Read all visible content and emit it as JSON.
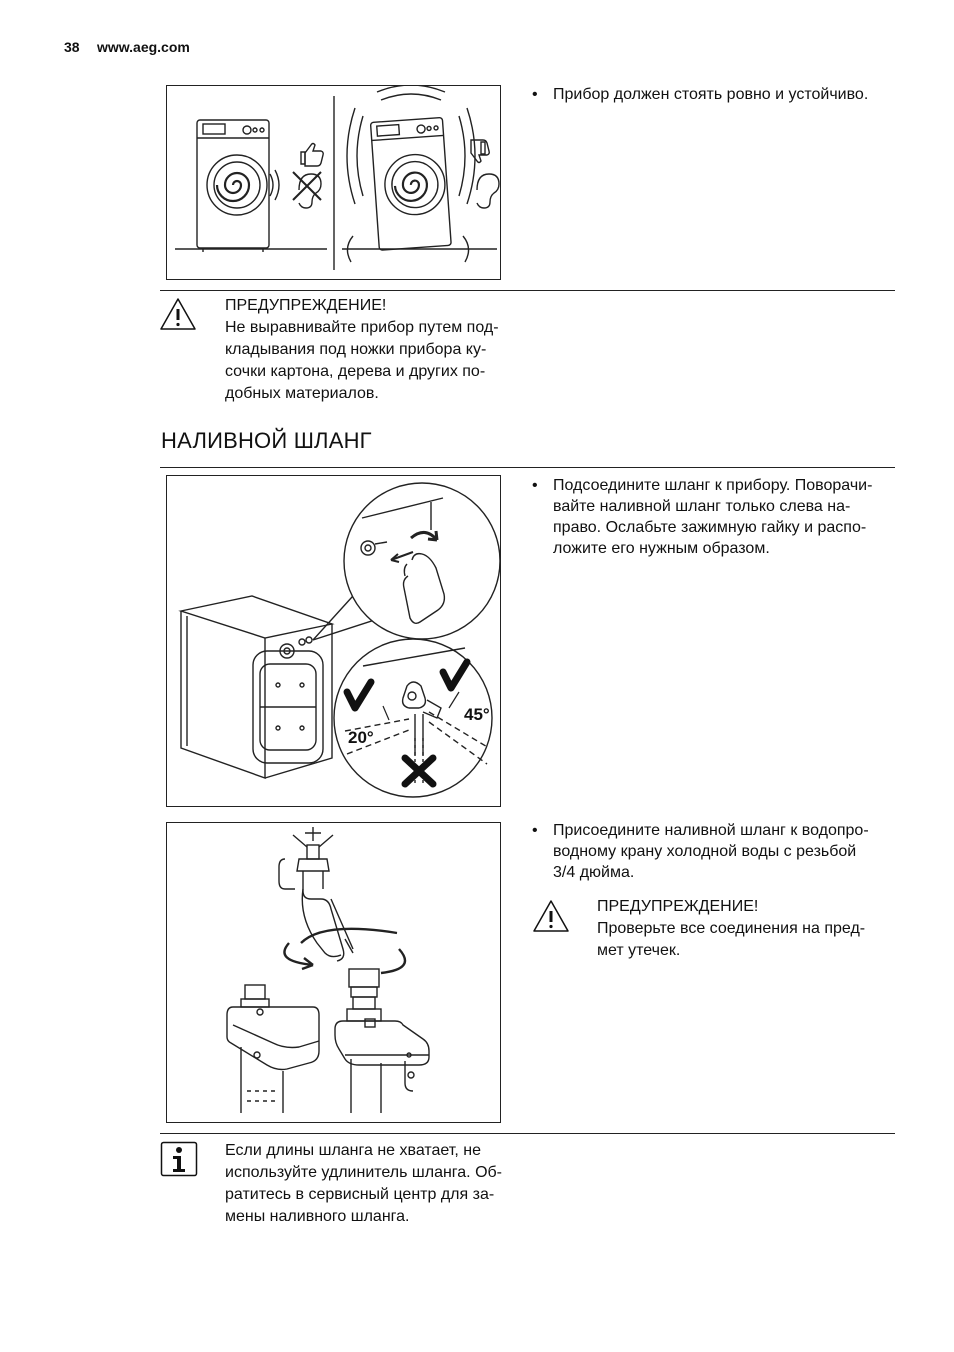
{
  "header": {
    "page_number": "38",
    "site": "www.aeg.com"
  },
  "section1": {
    "bullet_text": "Прибор должен стоять ровно и устойчиво.",
    "warning": {
      "title": "ПРЕДУПРЕЖДЕНИЕ!",
      "lines": [
        "Не выравнивайте прибор путем под-",
        "кладывания под ножки прибора ку-",
        "сочки картона, дерева и других по-",
        "добных материалов."
      ]
    }
  },
  "section2": {
    "title": "НАЛИВНОЙ ШЛАНГ",
    "bullet1_lines": [
      "Подсоедините шланг к прибору. Поворачи-",
      "вайте наливной шланг только слева на-",
      "право. Ослабьте зажимную гайку и распо-",
      "ложите его нужным образом."
    ],
    "angle_left": "20°",
    "angle_right": "45°",
    "bullet2_lines": [
      "Присоедините наливной шланг к водопро-",
      "водному крану холодной воды с резьбой",
      "3/4 дюйма."
    ],
    "warning": {
      "title": "ПРЕДУПРЕЖДЕНИЕ!",
      "lines": [
        "Проверьте все соединения на пред-",
        "мет утечек."
      ]
    },
    "info_lines": [
      "Если длины шланга не хватает, не",
      "используйте удлинитель шланга. Об-",
      "ратитесь в сервисный центр для за-",
      "мены наливного шланга."
    ]
  }
}
